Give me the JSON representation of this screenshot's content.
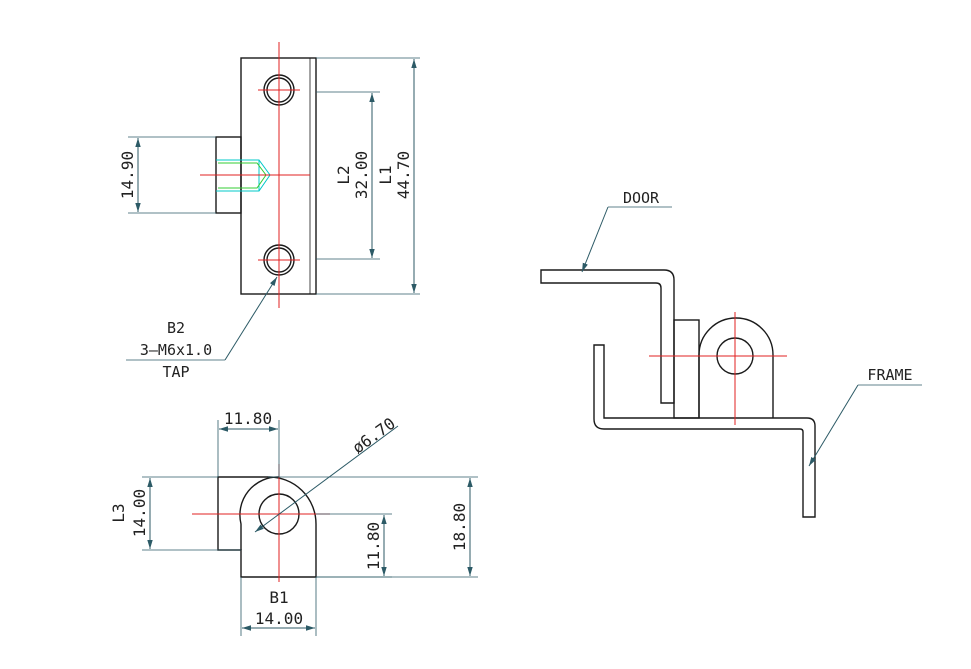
{
  "dimensions": {
    "top_view": {
      "height_tab": "14.90",
      "l2_label": "L2",
      "l2_value": "32.00",
      "l1_label": "L1",
      "l1_value": "44.70"
    },
    "callout": {
      "line1": "B2",
      "line2": "3–M6x1.0",
      "line3": "TAP"
    },
    "front_view": {
      "width_top": "11.80",
      "diameter": "ø6.70",
      "l3_label": "L3",
      "l3_value": "14.00",
      "hole_height": "11.80",
      "total_height": "18.80",
      "b1_label": "B1",
      "b1_value": "14.00"
    },
    "assembly": {
      "door_label": "DOOR",
      "frame_label": "FRAME"
    }
  }
}
